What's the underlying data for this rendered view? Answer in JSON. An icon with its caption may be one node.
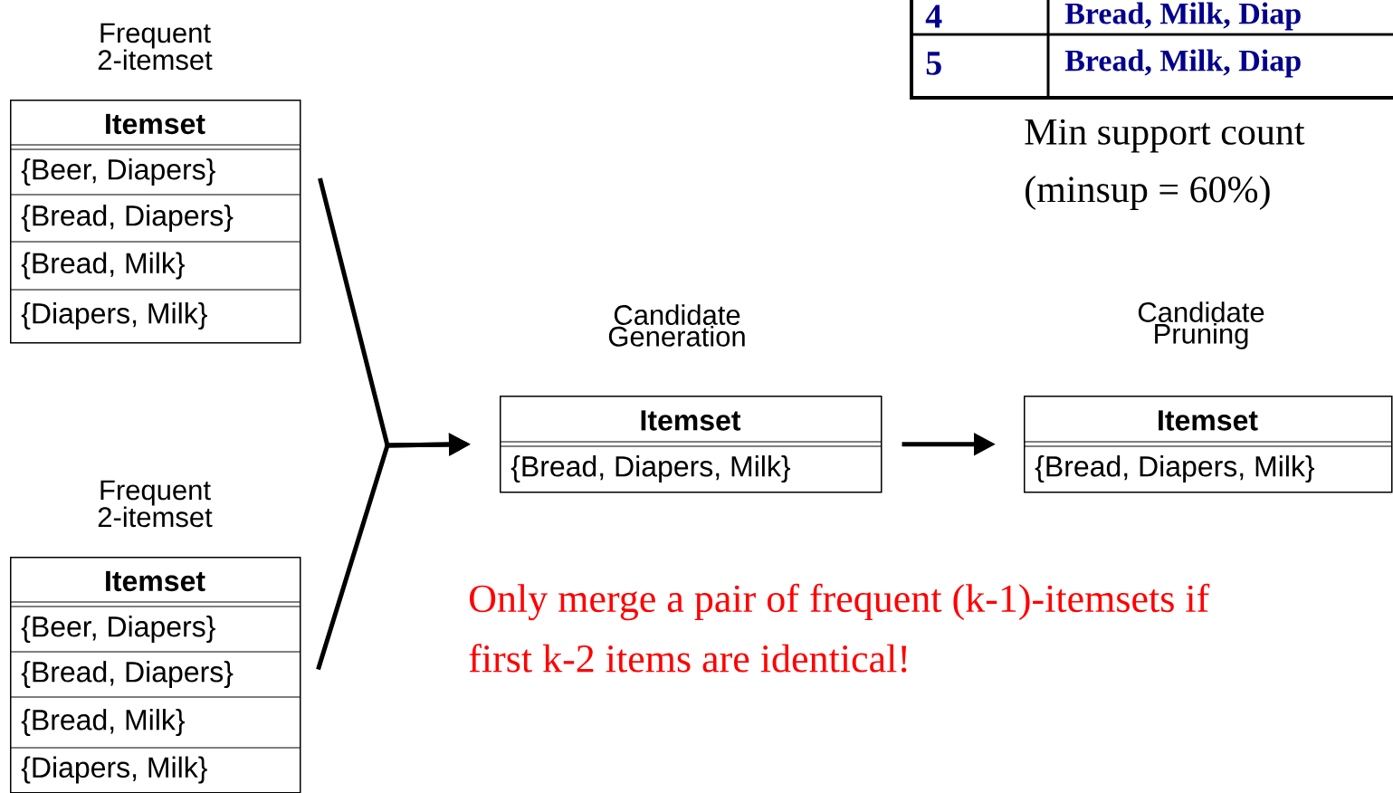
{
  "diagram": {
    "nodes": [
      {
        "text": [
          "Frequent 2-itemset",
          "Itemset",
          "{Beer, Diapers}",
          "{Bread, Diapers}",
          "{Bread, Milk}",
          "{Diapers, Milk}"
        ]
      },
      {
        "text": [
          "Frequent 2-itemset",
          "Itemset",
          "{Beer, Diapers}",
          "{Bread, Diapers}",
          "{Bread, Milk}",
          "{Diapers, Milk}"
        ]
      },
      {
        "text": [
          "Candidate Generation",
          "Itemset",
          "{Bread, Diapers, Milk}"
        ]
      },
      {
        "text": [
          "Candidate Pruning",
          "Itemset",
          "{Bread, Diapers, Milk}"
        ]
      }
    ],
    "edges": [
      {
        "from": 0,
        "to": 2,
        "arrow": "to"
      },
      {
        "from": 1,
        "to": 2,
        "arrow": "to"
      },
      {
        "from": 2,
        "to": 3,
        "arrow": "to"
      }
    ],
    "labels": [
      "4",
      "Bread, Milk, Diap",
      "5",
      "Bread, Milk, Diap",
      "Min support count",
      "(minsup = 60%)",
      "Only merge a pair of frequent (k-1)-itemsets if",
      "first k-2 items are identical!"
    ]
  }
}
